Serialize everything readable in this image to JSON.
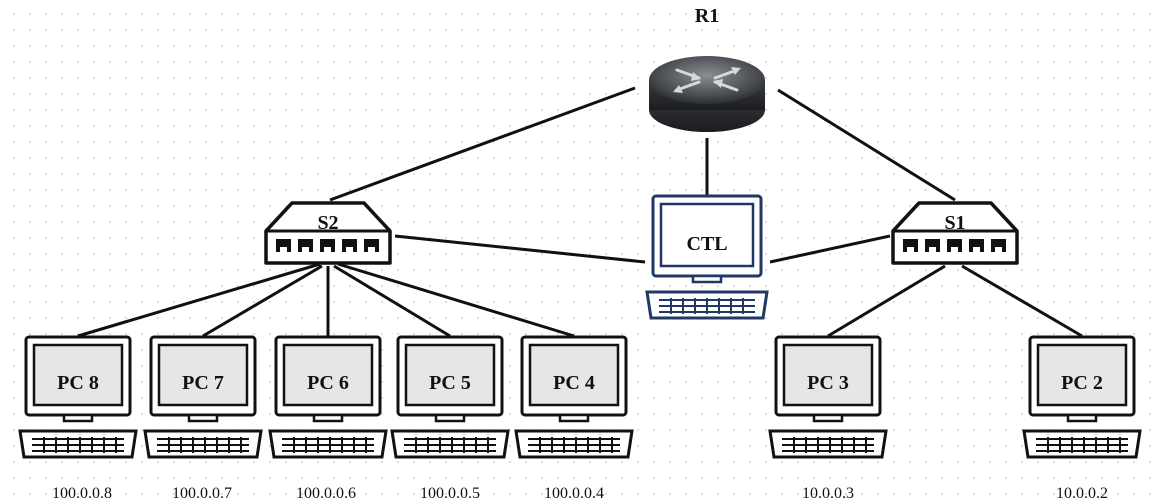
{
  "router": {
    "label": "R1",
    "icon": "router-icon"
  },
  "switches": [
    {
      "id": "s2",
      "label": "S2",
      "icon": "switch-icon"
    },
    {
      "id": "s1",
      "label": "S1",
      "icon": "switch-icon"
    }
  ],
  "controller": {
    "label": "CTL",
    "icon": "workstation-icon",
    "accent": "#1f3864"
  },
  "hosts": [
    {
      "id": "pc8",
      "label": "PC 8",
      "ip": "100.0.0.8"
    },
    {
      "id": "pc7",
      "label": "PC 7",
      "ip": "100.0.0.7"
    },
    {
      "id": "pc6",
      "label": "PC 6",
      "ip": "100.0.0.6"
    },
    {
      "id": "pc5",
      "label": "PC 5",
      "ip": "100.0.0.5"
    },
    {
      "id": "pc4",
      "label": "PC 4",
      "ip": "100.0.0.4"
    },
    {
      "id": "pc3",
      "label": "PC 3",
      "ip": "10.0.0.3"
    },
    {
      "id": "pc2",
      "label": "PC 2",
      "ip": "10.0.0.2"
    }
  ],
  "links": [
    [
      "R1",
      "S2"
    ],
    [
      "R1",
      "S1"
    ],
    [
      "R1",
      "CTL"
    ],
    [
      "S2",
      "CTL"
    ],
    [
      "S1",
      "CTL"
    ],
    [
      "S2",
      "PC 8"
    ],
    [
      "S2",
      "PC 7"
    ],
    [
      "S2",
      "PC 6"
    ],
    [
      "S2",
      "PC 5"
    ],
    [
      "S2",
      "PC 4"
    ],
    [
      "S1",
      "PC 3"
    ],
    [
      "S1",
      "PC 2"
    ]
  ],
  "colors": {
    "line": "#111111",
    "host_outline": "#111111",
    "controller_outline": "#1f3864",
    "screen_fill": "#e6e6e6"
  }
}
